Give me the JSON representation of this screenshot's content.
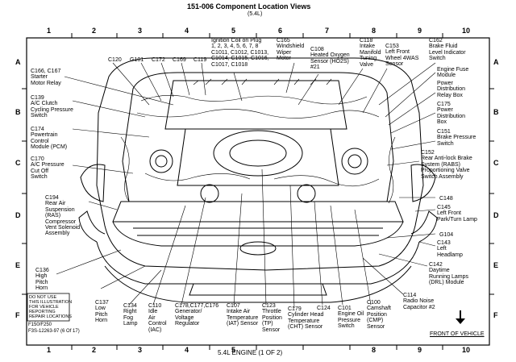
{
  "header": {
    "title": "151-006 Component Location Views",
    "subtitle": "(5.4L)"
  },
  "grid": {
    "columns": [
      "1",
      "2",
      "3",
      "4",
      "5",
      "6",
      "7",
      "8",
      "9",
      "10"
    ],
    "rows": [
      "A",
      "B",
      "C",
      "D",
      "E",
      "F"
    ]
  },
  "labels": {
    "c166": "C166, C167\nStarter\nMotor Relay",
    "c139": "C139\nA/C Clutch\nCycling Pressure\nSwitch",
    "c174": "C174\nPowertrain\nControl\nModule (PCM)",
    "c170": "C170\nA/C Pressure\nCut Off\nSwitch",
    "c194": "C194\nRear Air\nSuspension\n(RAS)\nCompressor\nVent Solenoid\nAssembly",
    "c136": "C136\nHigh\nPitch\nHorn",
    "c120": "C120",
    "g101": "G101",
    "c172": "C172",
    "c169": "C169",
    "c119": "C119",
    "ignition": "Ignition Coil on Plug\n1, 2, 3, 4, 5, 6, 7, 8\nC1011, C1012, C1013,\nC1014, C1015, C1016,\nC1017, C1018",
    "c165": "C165\nWindshield\nWiper\nMotor",
    "c108": "C108\nHeated Oxygen\nSensor (HO2S)\n#21",
    "c118": "C118\nIntake\nManifold\nTuning\nValve",
    "c153": "C153\nLeft Front\nWheel 4WAS\nSensor",
    "c162": "C162\nBrake Fluid\nLevel Indicator\nSwitch",
    "efm": "Engine Fuse\nModule",
    "pdrb": "Power\nDistribution\nRelay Box",
    "c175": "C175\nPower\nDistribution\nBox",
    "c151": "C151\nBrake Pressure\nSwitch",
    "c152": "C152\nRear Anti-lock Brake\nSystem (RABS)\nProportioning Valve\nSwitch Assembly",
    "c148": "C148",
    "c145": "C145\nLeft Front\nPark/Turn Lamp",
    "g104": "G104",
    "c143": "C143\nLeft\nHeadlamp",
    "c142": "C142\nDaytime\nRunning Lamps\n(DRL) Module",
    "c114": "C114\nRadio Noise\nCapacitor #2",
    "c137": "C137\nLow\nPitch\nHorn",
    "c134": "C134\nRight\nFog\nLamp",
    "c110": "C110\nIdle\nAir\nControl\n(IAC)",
    "c178": "C178,C177,C176\nGenerator/\nVoltage\nRegulator",
    "c107": "C107\nIntake Air\nTemperature\n(IAT) Sensor",
    "c123": "C123\nThrottle\nPosition\n(TP)\nSensor",
    "c179": "C179\nCylinder Head\nTemperature\n(CHT) Sensor",
    "c124": "C124",
    "c101": "C101\nEngine Oil\nPressure\nSwitch",
    "c100": "C100\nCamshaft\nPosition\n(CMP)\nSensor"
  },
  "notes": {
    "disclaimer": "DO NOT USE\nTHIS ILLUSTRATION\nFOR VEHICLE\nREPORTING\nREPAIR LOCATIONS",
    "model": "F150/F250",
    "code": "F3S-12263-97 (6 Of 17)"
  },
  "footer": {
    "engine": "5.4L ENGINE (1 OF 2)",
    "front": "FRONT OF VEHICLE"
  }
}
